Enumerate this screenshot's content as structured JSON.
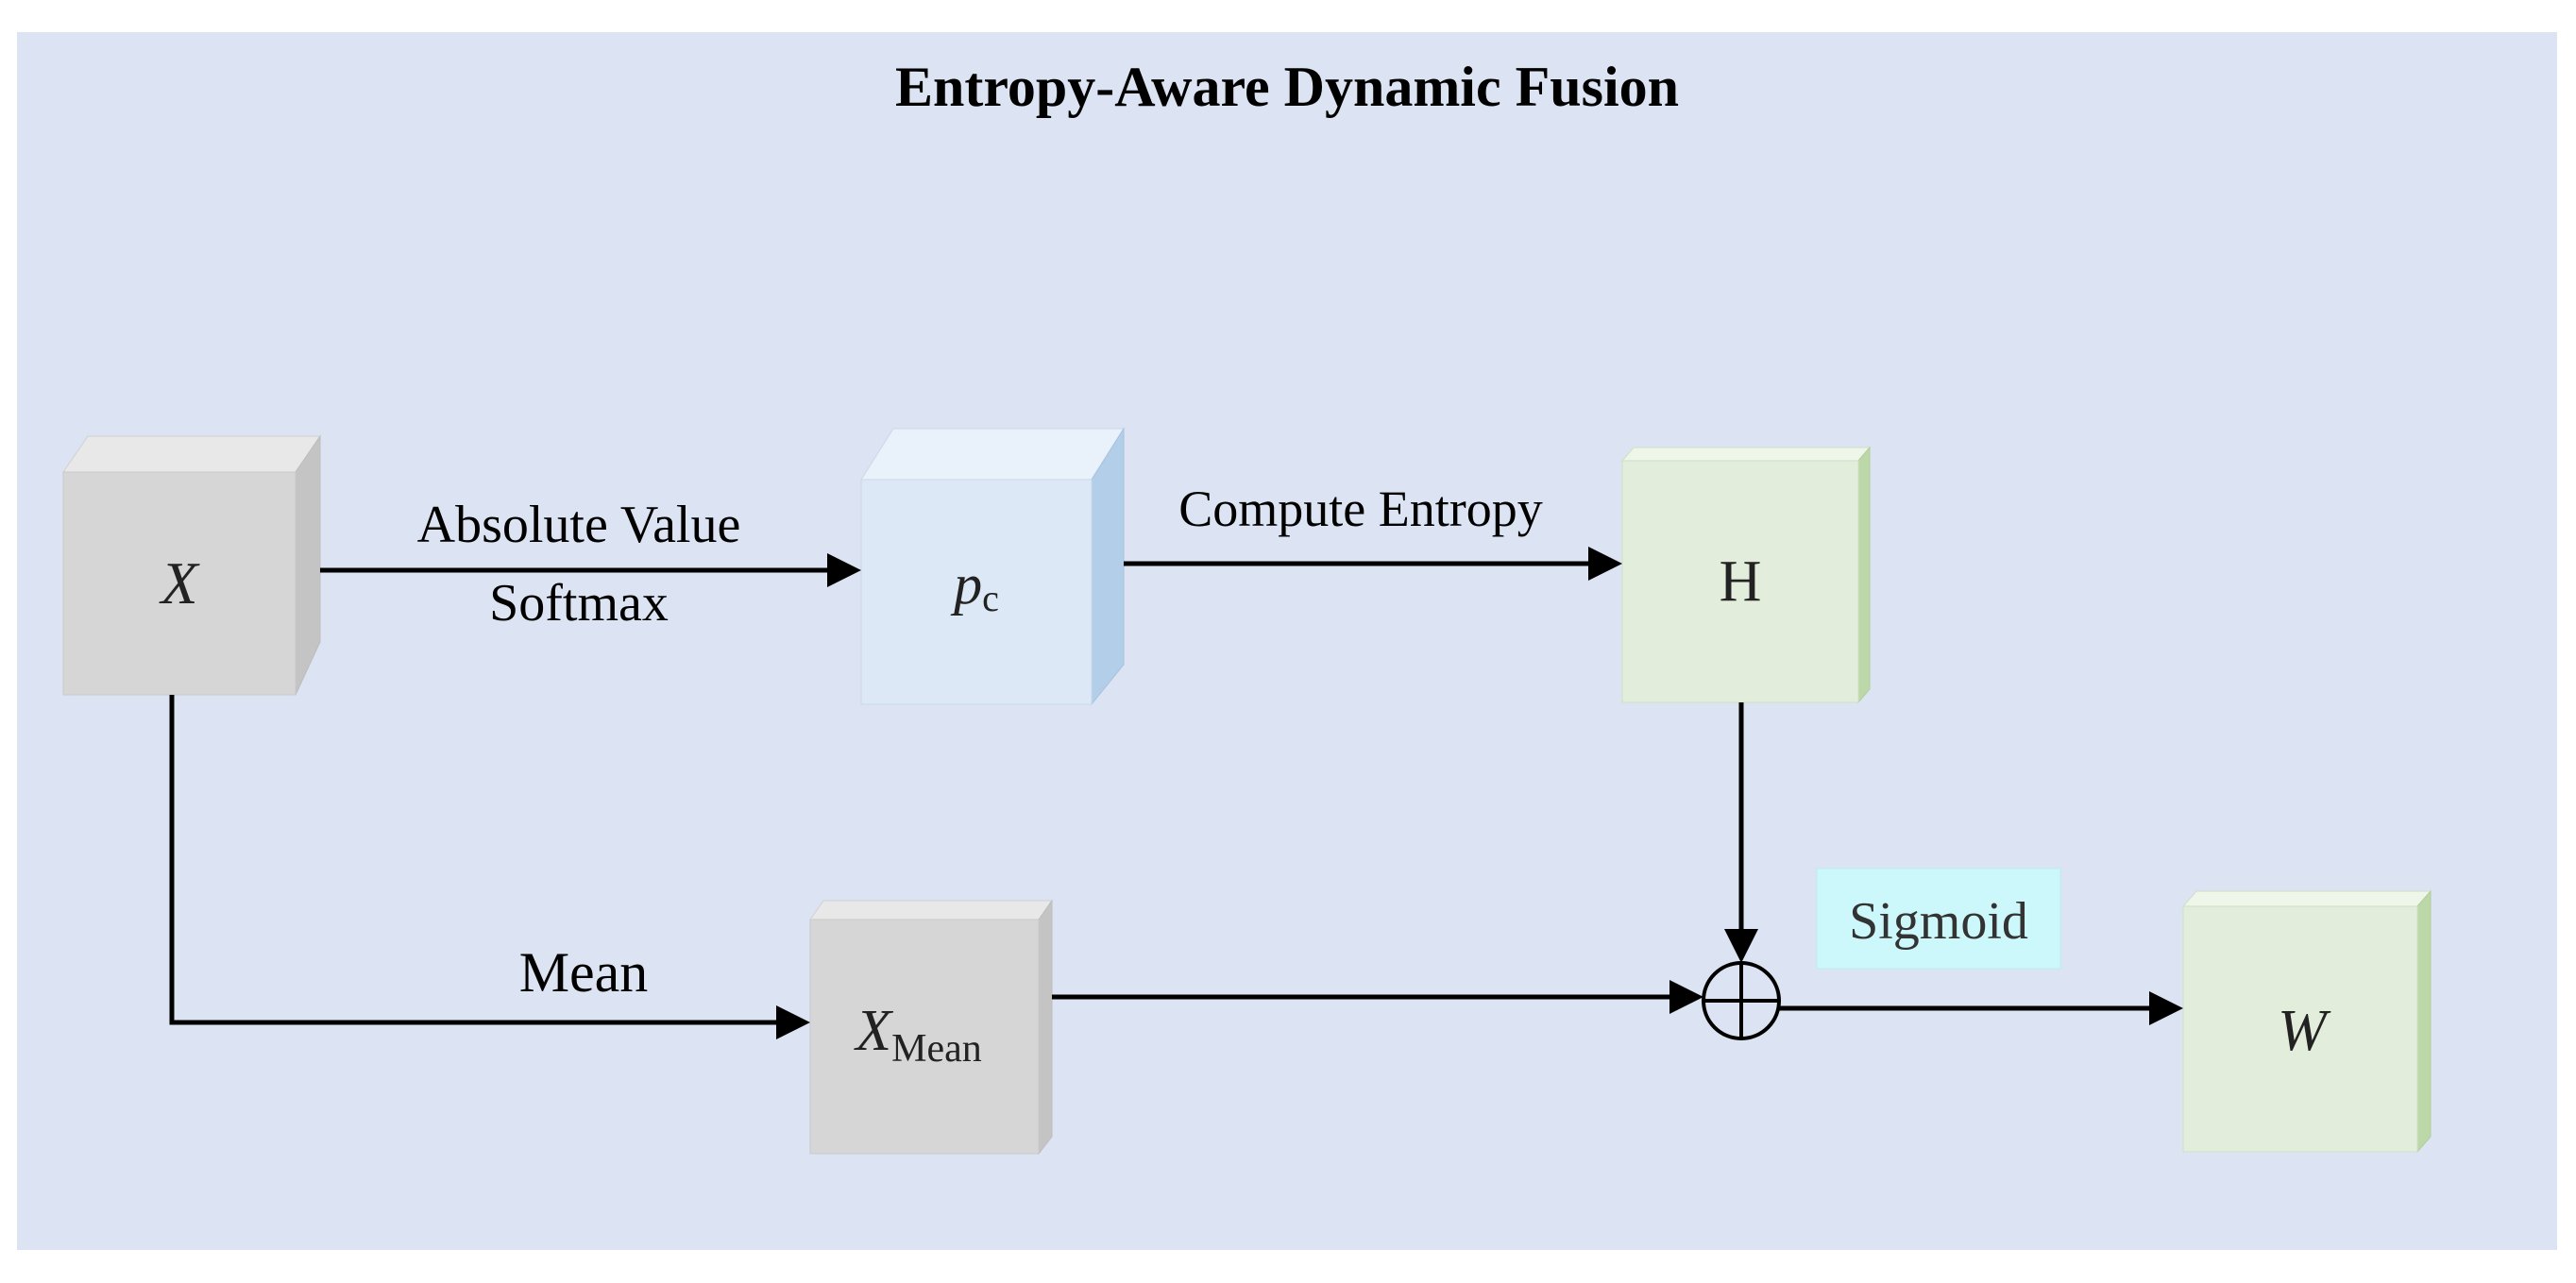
{
  "diagram": {
    "title": "Entropy-Aware Dynamic Fusion",
    "nodes": {
      "x": {
        "main": "X",
        "sub": "",
        "italic": true
      },
      "pc": {
        "main": "p",
        "sub": "c",
        "italic": true
      },
      "h": {
        "main": "H",
        "sub": "",
        "italic": false
      },
      "xmean": {
        "main": "X",
        "sub": "Mean",
        "italic": true
      },
      "w": {
        "main": "W",
        "sub": "",
        "italic": true
      }
    },
    "edge_labels": {
      "abs_line1": "Absolute Value",
      "abs_line2": "Softmax",
      "compute": "Compute Entropy",
      "mean": "Mean",
      "sigmoid": "Sigmoid"
    },
    "operator": "add-circle",
    "colors": {
      "panel": "#dce3f3",
      "gray_front": "#d6d6d6",
      "gray_top": "#e8e8e8",
      "gray_side": "#c4c4c4",
      "blue_front": "#dce8f6",
      "blue_top": "#e9f1fa",
      "blue_side": "#b2cee8",
      "green_front": "#e2eedb",
      "green_top": "#eef5e9",
      "green_side": "#bcd8a8",
      "sigmoid_bg": "#ccf8fb",
      "line": "#000000"
    }
  }
}
